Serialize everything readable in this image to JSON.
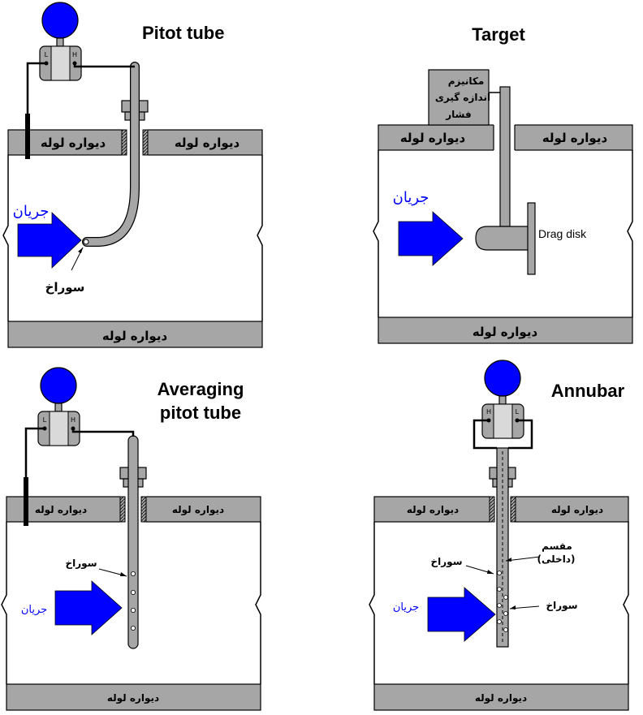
{
  "panels": {
    "pitot": {
      "title": "Pitot tube",
      "wall_top_left": "دیواره لوله",
      "wall_top_right": "دیواره لوله",
      "wall_bottom": "دیواره لوله",
      "flow_label": "جریان",
      "hole_label": "سوراخ",
      "port_low": "L",
      "port_high": "H"
    },
    "target": {
      "title": "Target",
      "wall_top_left": "دیواره لوله",
      "wall_top_right": "دیواره لوله",
      "wall_bottom": "دیواره لوله",
      "flow_label": "جریان",
      "mechanism_line1": "مکانیزم",
      "mechanism_line2": "اندازه گیری",
      "mechanism_line3": "فشار",
      "disk_label": "Drag disk"
    },
    "averaging": {
      "title_line1": "Averaging",
      "title_line2": "pitot tube",
      "wall_top_left": "دیواره لوله",
      "wall_top_right": "دیواره لوله",
      "wall_bottom": "دیواره لوله",
      "flow_label": "جریان",
      "hole_label": "سوراخ",
      "port_low": "L",
      "port_high": "H"
    },
    "annubar": {
      "title": "Annubar",
      "wall_top_left": "دیواره لوله",
      "wall_top_right": "دیواره لوله",
      "wall_bottom": "دیواره لوله",
      "flow_label": "جریان",
      "hole_label_left": "سوراخ",
      "hole_label_right": "سوراخ",
      "divider_line1": "مقسم",
      "divider_line2": "(داخلی)",
      "port_high": "H",
      "port_low": "L"
    }
  },
  "colors": {
    "flow_arrow": "#0000ff",
    "transmitter": "#0000ff",
    "metal": "#a6a6a6"
  }
}
